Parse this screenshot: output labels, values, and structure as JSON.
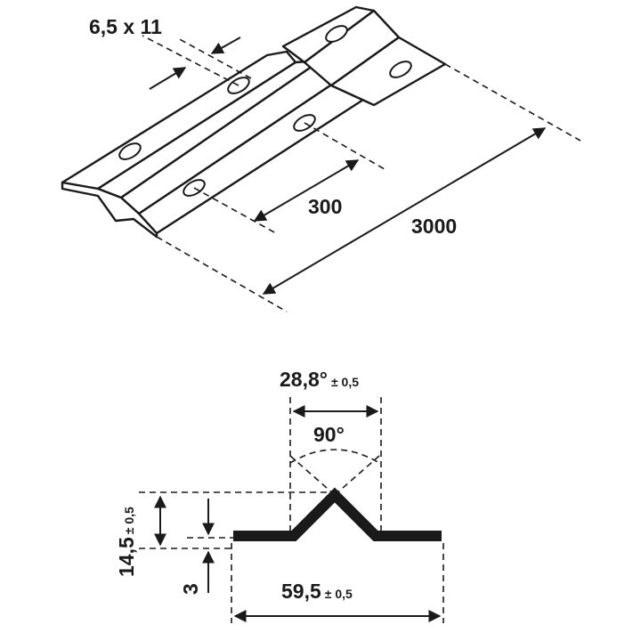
{
  "isometric_view": {
    "hole_size_label": "6,5 x 11",
    "hole_spacing_label": "300",
    "length_label": "3000"
  },
  "profile_view": {
    "top_width_value": "28,8°",
    "top_width_tolerance": "± 0,5",
    "angle_label": "90°",
    "height_value": "14,5",
    "height_tolerance": "± 0,5",
    "thickness_label": "3",
    "total_width_value": "59,5",
    "total_width_tolerance": "± 0,5"
  }
}
